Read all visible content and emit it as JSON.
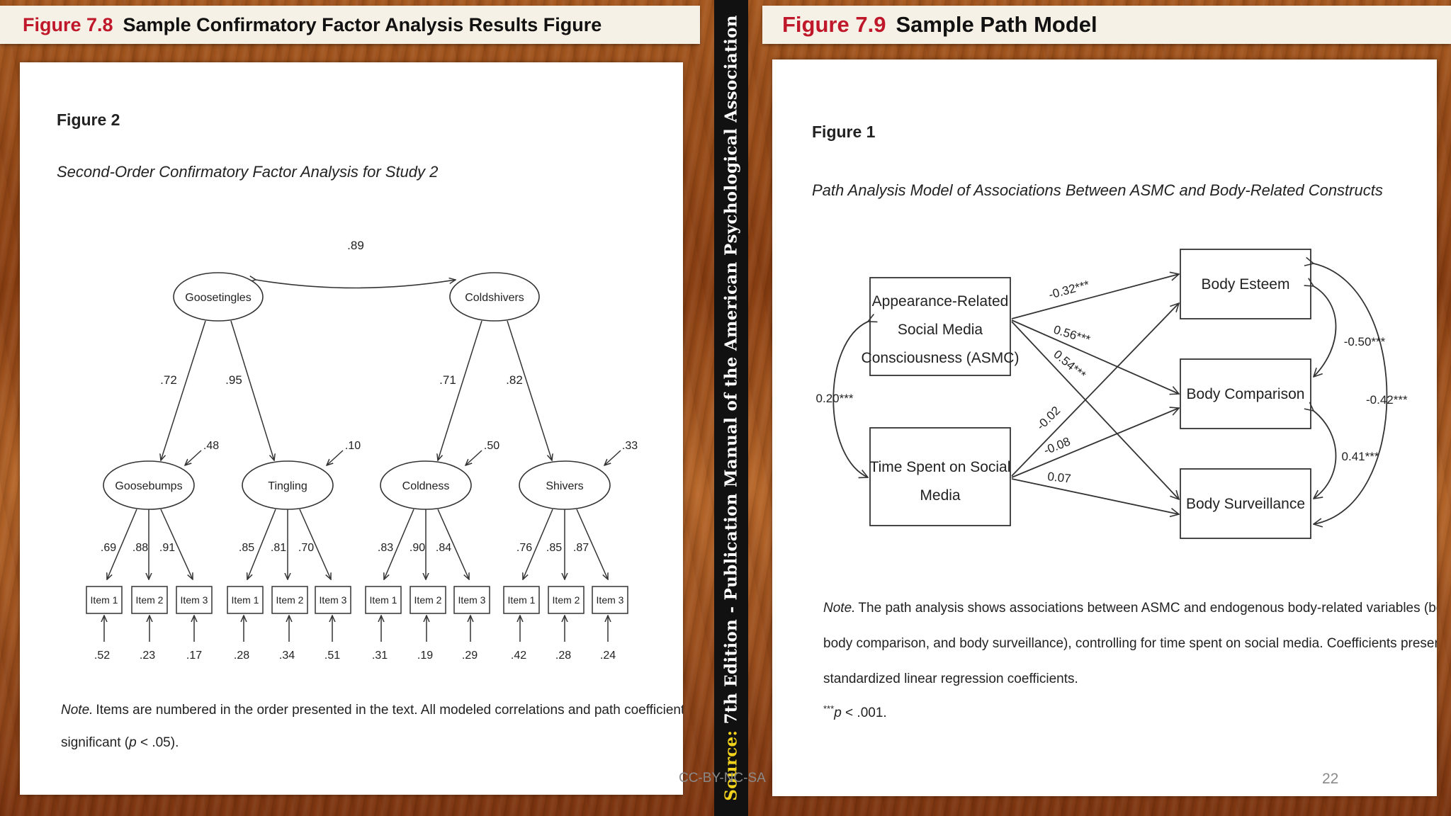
{
  "left_header": {
    "fig_num": "Figure 7.8",
    "title": "Sample Confirmatory Factor Analysis Results Figure"
  },
  "right_header": {
    "fig_num": "Figure 7.9",
    "title": "Sample Path Model"
  },
  "spine": {
    "source_label": "Source:",
    "text": "7th Edition - Publication Manual of the American Psychological Association"
  },
  "footer": {
    "license": "CC-BY-NC-SA",
    "page": "22"
  },
  "cfa": {
    "figure_label": "Figure 2",
    "caption": "Second-Order Confirmatory Factor Analysis for Study 2",
    "top_corr": ".89",
    "second_order": [
      {
        "name": "Goosetingles",
        "loadings": [
          ".72",
          ".95"
        ]
      },
      {
        "name": "Coldshivers",
        "loadings": [
          ".71",
          ".82"
        ]
      }
    ],
    "factors": [
      {
        "name": "Goosebumps",
        "residual": ".48",
        "loadings": [
          ".69",
          ".88",
          ".91"
        ],
        "items": [
          "Item 1",
          "Item 2",
          "Item 3"
        ],
        "errors": [
          ".52",
          ".23",
          ".17"
        ]
      },
      {
        "name": "Tingling",
        "residual": ".10",
        "loadings": [
          ".85",
          ".81",
          ".70"
        ],
        "items": [
          "Item 1",
          "Item 2",
          "Item 3"
        ],
        "errors": [
          ".28",
          ".34",
          ".51"
        ]
      },
      {
        "name": "Coldness",
        "residual": ".50",
        "loadings": [
          ".83",
          ".90",
          ".84"
        ],
        "items": [
          "Item 1",
          "Item 2",
          "Item 3"
        ],
        "errors": [
          ".31",
          ".19",
          ".29"
        ]
      },
      {
        "name": "Shivers",
        "residual": ".33",
        "loadings": [
          ".76",
          ".85",
          ".87"
        ],
        "items": [
          "Item 1",
          "Item 2",
          "Item 3"
        ],
        "errors": [
          ".42",
          ".28",
          ".24"
        ]
      }
    ],
    "note_label": "Note.",
    "note_text": "Items are numbered in the order presented in the text. All modeled correlations and path coefficients are",
    "note_line2_pre": "significant (",
    "note_line2_p": "p",
    "note_line2_post": " < .05)."
  },
  "path": {
    "figure_label": "Figure 1",
    "caption": "Path Analysis Model of Associations Between ASMC and Body-Related Constructs",
    "asmc_lines": [
      "Appearance-Related",
      "Social Media",
      "Consciousness (ASMC)"
    ],
    "time_lines": [
      "Time Spent on Social",
      "Media"
    ],
    "outcomes": [
      "Body Esteem",
      "Body Comparison",
      "Body Surveillance"
    ],
    "left_corr": "0.20***",
    "paths": {
      "asmc_esteem": "-0.32***",
      "asmc_comparison": "0.56***",
      "asmc_surveillance": "0.54***",
      "time_esteem": "-0.02",
      "time_comparison": "-0.08",
      "time_surveillance": "0.07"
    },
    "corr_esteem_comparison": "-0.50***",
    "corr_comparison_surveillance": "0.41***",
    "corr_esteem_surveillance": "-0.42***",
    "note_label": "Note.",
    "note_lines": [
      "The path analysis shows associations between ASMC and endogenous body-related variables (body esteem,",
      "body comparison, and body surveillance), controlling for time spent on social media. Coefficients presented are",
      "standardized linear regression coefficients."
    ],
    "sig_stars": "***",
    "sig_p": "p",
    "sig_rest": " < .001."
  }
}
